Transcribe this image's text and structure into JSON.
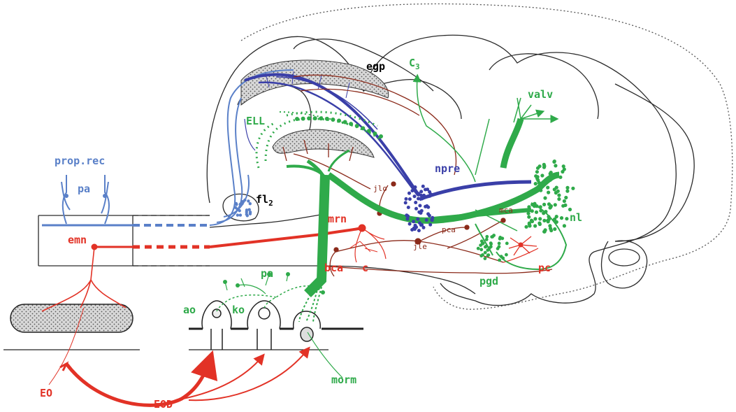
{
  "colors": {
    "green": "#2faa4a",
    "blue": "#3a3fa8",
    "lightblue": "#5a80c8",
    "red": "#e23226",
    "brown": "#8b2a1a",
    "outline": "#2a2a2a",
    "dotted": "#555555"
  },
  "labels": {
    "egp": "egp",
    "c3_main": "C",
    "c3_sub": "3",
    "valv": "valv",
    "ell": "ELL",
    "prop_rec": "prop.rec",
    "pa_top": "pa",
    "npre": "npre",
    "fl2_main": "fl",
    "fl2_sub": "2",
    "jlo": "jlo",
    "nl": "nl",
    "mca": "mca",
    "mrn": "mrn",
    "pca": "pca",
    "emn": "emn",
    "jle": "jle",
    "bca": "bca",
    "c": "c",
    "pc": "pc",
    "pa_bottom": "pa",
    "pgd": "pgd",
    "ao": "ao",
    "ko": "ko",
    "morm": "morm",
    "eo": "EO",
    "eod": "EOD"
  }
}
